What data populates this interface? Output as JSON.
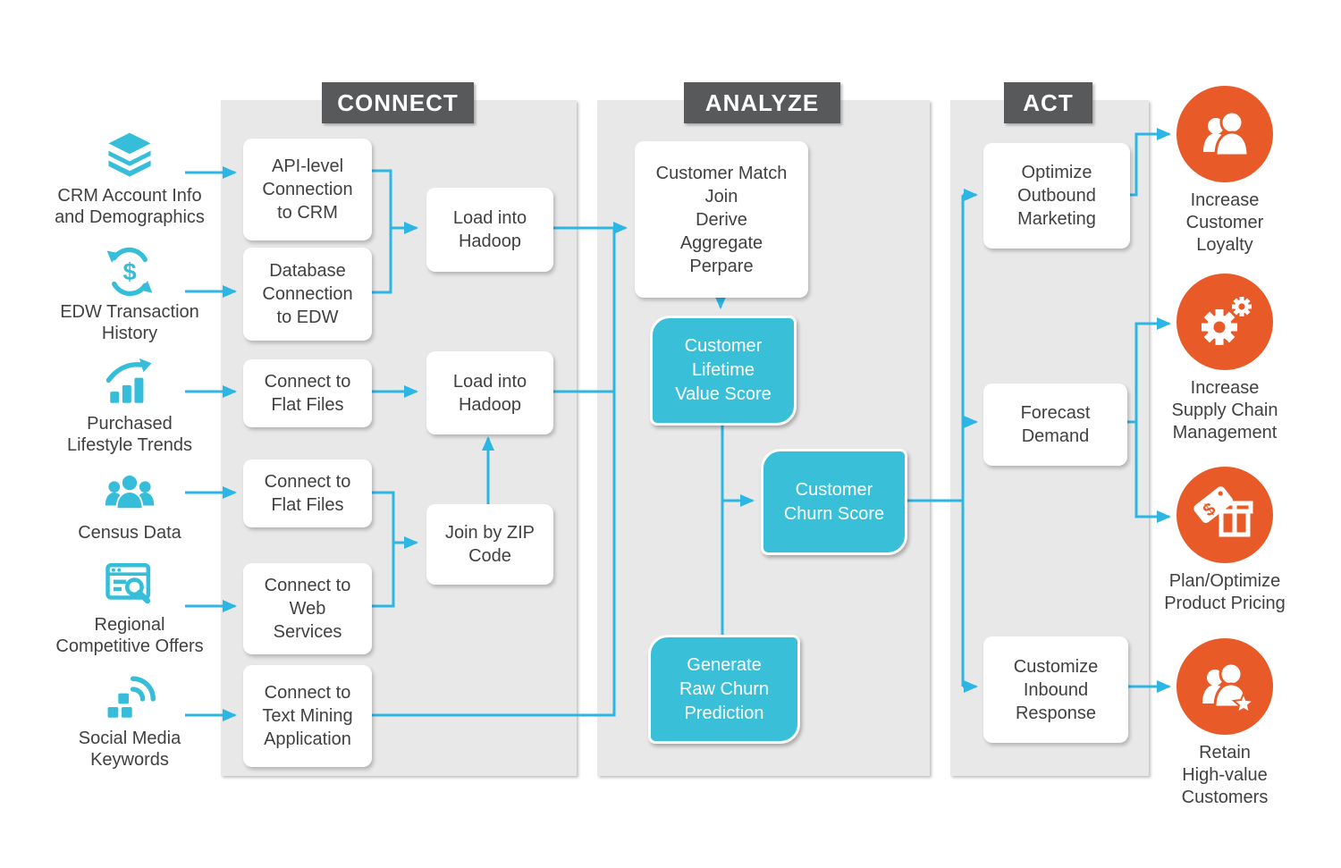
{
  "colors": {
    "teal_box": "#3abfd9",
    "teal_icon": "#35bdda",
    "line_cyan": "#2bb6e4",
    "orange": "#e85a28",
    "header_bg": "#58595b",
    "panel_bg": "#e9e8e8",
    "text": "#414042"
  },
  "sources": [
    {
      "icon": "layers-icon",
      "label": "CRM Account Info\nand Demographics"
    },
    {
      "icon": "sync-dollar-icon",
      "label": "EDW Transaction\nHistory"
    },
    {
      "icon": "growth-chart-icon",
      "label": "Purchased\nLifestyle Trends"
    },
    {
      "icon": "people-group-icon",
      "label": "Census Data"
    },
    {
      "icon": "browser-search-icon",
      "label": "Regional\nCompetitive Offers"
    },
    {
      "icon": "social-keywords-icon",
      "label": "Social Media\nKeywords"
    }
  ],
  "connect": {
    "title": "CONNECT",
    "boxes": [
      "API-level\nConnection\nto CRM",
      "Database\nConnection\nto EDW",
      "Connect to\nFlat Files",
      "Connect to\nFlat Files",
      "Connect to\nWeb\nServices",
      "Connect to\nText Mining\nApplication",
      "Load into\nHadoop",
      "Load into\nHadoop",
      "Join by ZIP\nCode"
    ]
  },
  "analyze": {
    "title": "ANALYZE",
    "prepare": "Customer Match\nJoin\nDerive\nAggregate\nPerpare",
    "clv": "Customer\nLifetime\nValue Score",
    "churn": "Customer\nChurn Score",
    "generate": "Generate\nRaw Churn\nPrediction"
  },
  "act": {
    "title": "ACT",
    "boxes": [
      "Optimize\nOutbound\nMarketing",
      "Forecast\nDemand",
      "Customize\nInbound\nResponse"
    ]
  },
  "outcomes": [
    {
      "icon": "customers-icon",
      "label": "Increase\nCustomer\nLoyalty"
    },
    {
      "icon": "gears-icon",
      "label": "Increase\nSupply Chain\nManagement"
    },
    {
      "icon": "price-tag-gift-icon",
      "label": "Plan/Optimize\nProduct Pricing"
    },
    {
      "icon": "customer-star-icon",
      "label": "Retain\nHigh-value\nCustomers"
    }
  ]
}
